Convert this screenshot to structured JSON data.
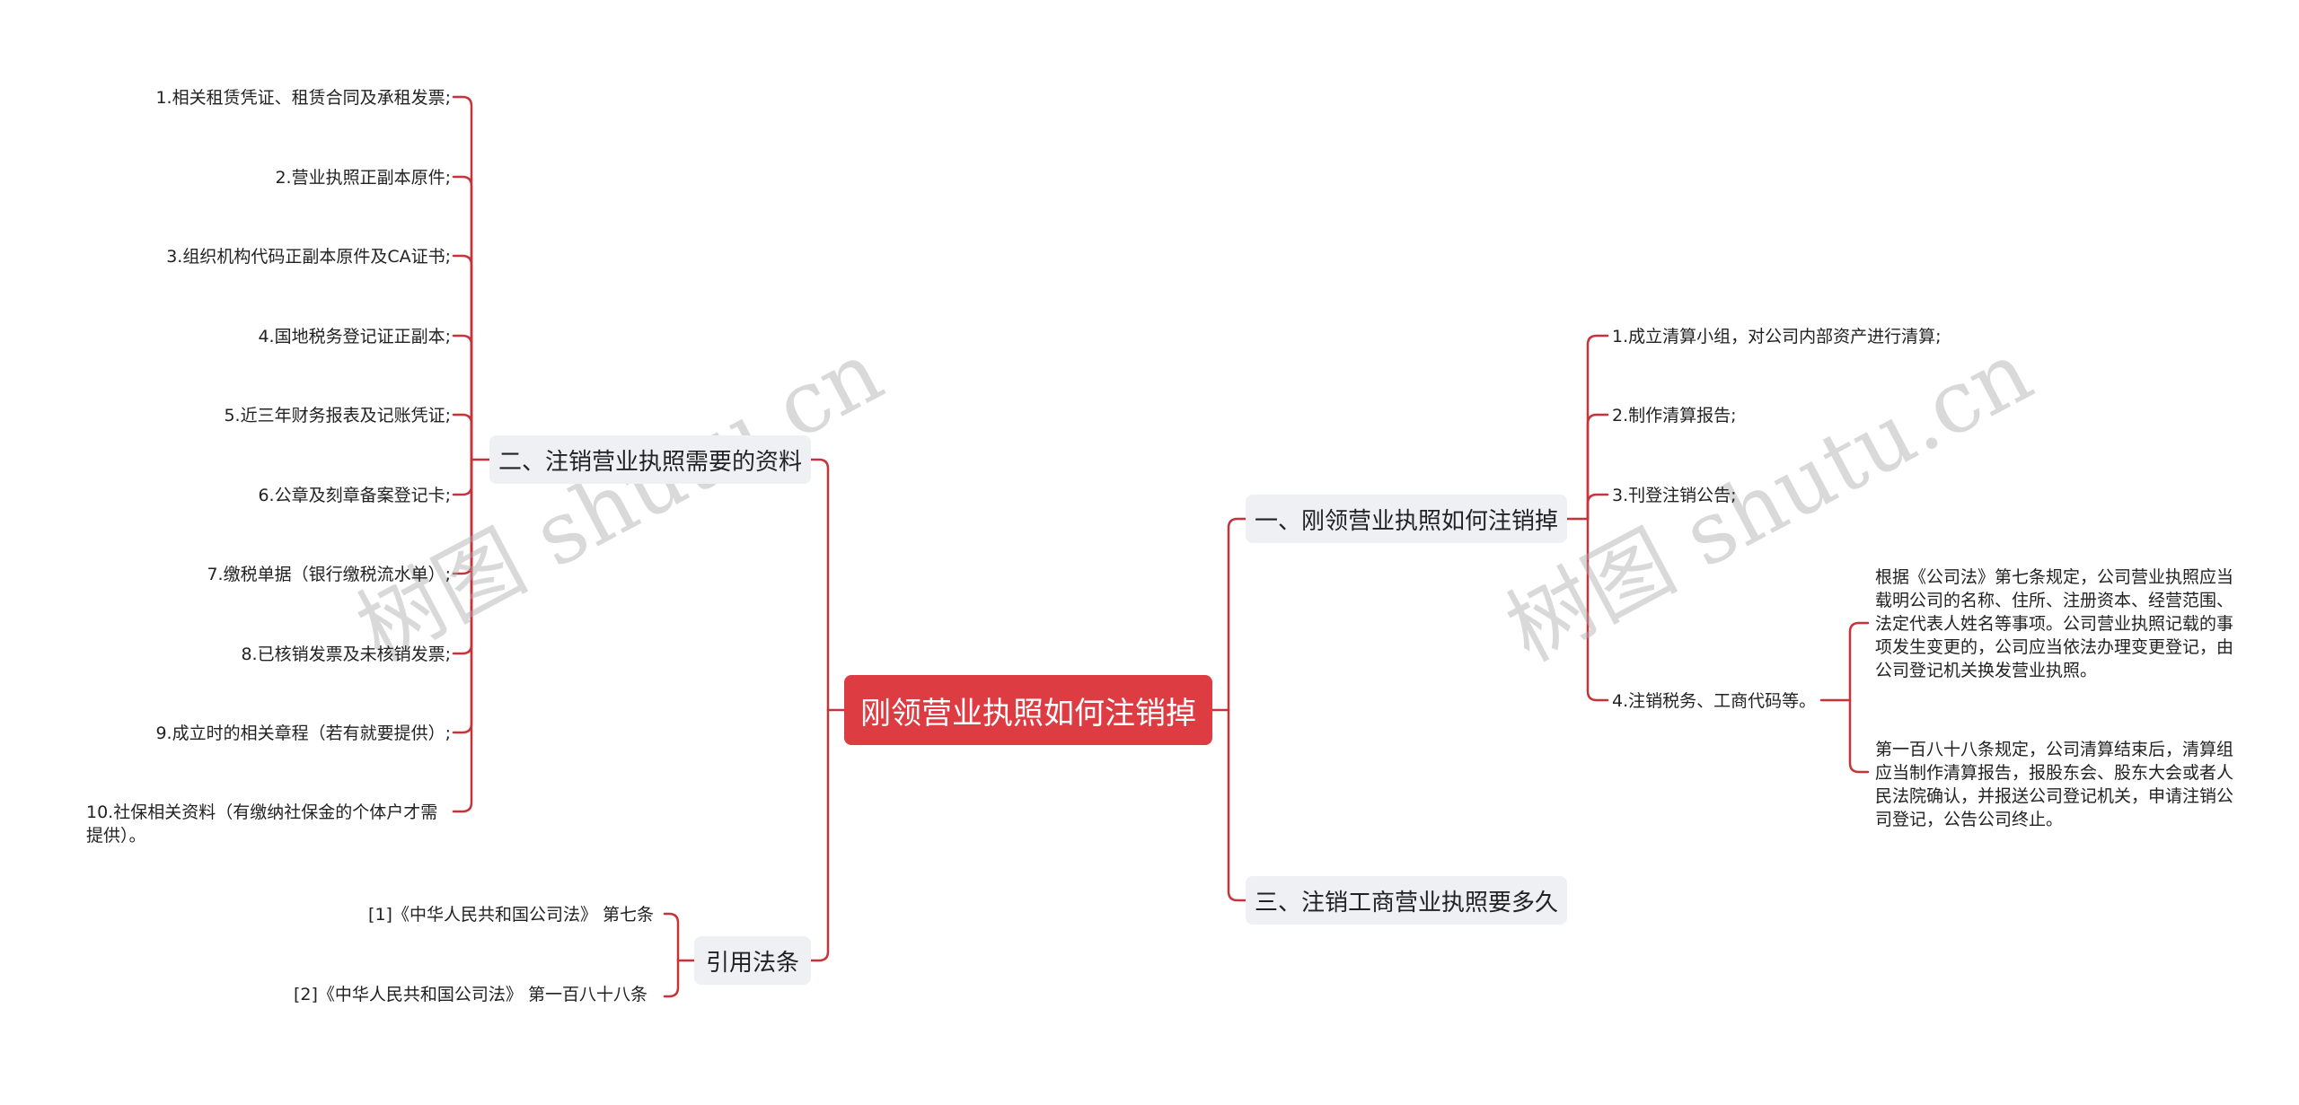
{
  "root": {
    "label": "刚领营业执照如何注销掉"
  },
  "watermark": "树图 shutu.cn",
  "left": {
    "materials": {
      "label": "二、注销营业执照需要的资料",
      "items": [
        "1.相关租赁凭证、租赁合同及承租发票;",
        "2.营业执照正副本原件;",
        "3.组织机构代码正副本原件及CA证书;",
        "4.国地税务登记证正副本;",
        "5.近三年财务报表及记账凭证;",
        "6.公章及刻章备案登记卡;",
        "7.缴税单据（银行缴税流水单）;",
        "8.已核销发票及未核销发票;",
        "9.成立时的相关章程（若有就要提供）;",
        "10.社保相关资料（有缴纳社保金的个体户才需提供）。"
      ]
    },
    "citations": {
      "label": "引用法条",
      "items": [
        "[1]《中华人民共和国公司法》 第七条",
        "[2]《中华人民共和国公司法》 第一百八十八条"
      ]
    }
  },
  "right": {
    "how": {
      "label": "一、刚领营业执照如何注销掉",
      "items": [
        "1.成立清算小组，对公司内部资产进行清算;",
        "2.制作清算报告;",
        "3.刊登注销公告;",
        "4.注销税务、工商代码等。"
      ],
      "notes": [
        "根据《公司法》第七条规定，公司营业执照应当载明公司的名称、住所、注册资本、经营范围、法定代表人姓名等事项。公司营业执照记载的事项发生变更的，公司应当依法办理变更登记，由公司登记机关换发营业执照。",
        "第一百八十八条规定，公司清算结束后，清算组应当制作清算报告，报股东会、股东大会或者人民法院确认，并报送公司登记机关，申请注销公司登记，公告公司终止。"
      ]
    },
    "duration": {
      "label": "三、注销工商营业执照要多久"
    }
  },
  "colors": {
    "root": "#de3c43",
    "line": "#c8323a",
    "branch_bg": "#eef0f4"
  }
}
